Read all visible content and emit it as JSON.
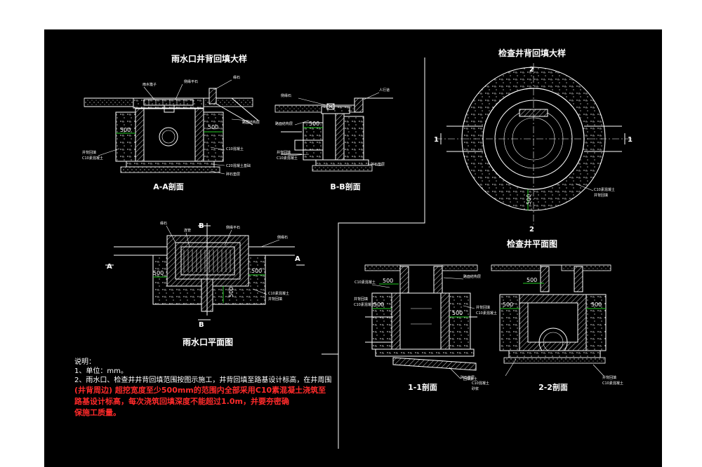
{
  "titles": {
    "inlet_backfill": "雨水口井背回填大样",
    "manhole_backfill": "检查井背回填大样",
    "inlet_plan": "雨水口平面图",
    "manhole_plan": "检查井平面图"
  },
  "sections": {
    "aa": "A-A剖面",
    "bb": "B-B剖面",
    "s11": "1-1剖面",
    "s22": "2-2剖面"
  },
  "markers": {
    "A": "A",
    "B": "B",
    "one": "1",
    "two": "2"
  },
  "dimension": "500",
  "labels": {
    "grate": "雨水篦子",
    "curb_stone": "侧缘石",
    "stone": "缘石",
    "flat_stone": "侧缘平石",
    "sidewalk": "人行道",
    "wall_back": "井背回填",
    "c10_fill": "C10素混凝土",
    "c10_concrete": "C10混凝土",
    "c20_base": "C20混凝土基础",
    "gravel_base": "碎石垫层",
    "road_layer": "路面结构层",
    "outlet_pipe": "连管",
    "soil": "回填素土",
    "mortar": "砂浆"
  },
  "notes": {
    "heading": "说明：",
    "line1": "1、单位：mm。",
    "line2": "2、雨水口、检查井井背回填范围按图示施工，井背回填至路基设计标高，在井周围",
    "line3": "(井背周边) 超挖宽度至少500mm的范围内全部采用C10素混凝土浇筑至",
    "line4": "路基设计标高，每次浇筑回填深度不能超过1.0m，并要夯密确",
    "line5": "保施工质量。"
  },
  "colors": {
    "background": "#000000",
    "line": "#ffffff",
    "dimension": "#22cc22",
    "note": "#ff2a2a"
  }
}
